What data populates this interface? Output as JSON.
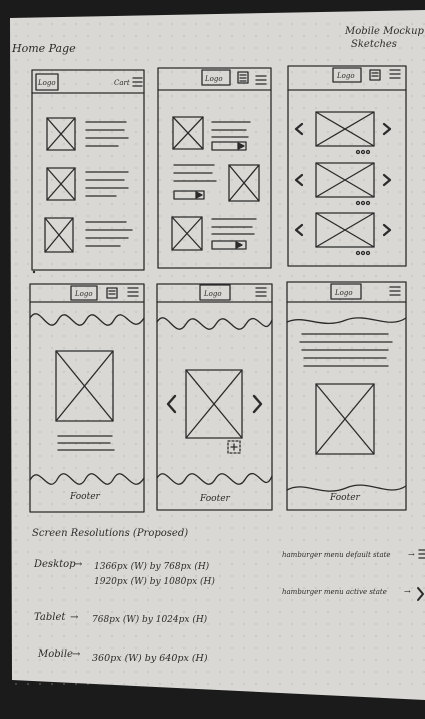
{
  "sheet_title": [
    "Mobile Mockup",
    "Sketches"
  ],
  "page_label": "Home Page",
  "screens": [
    {
      "logo": "Logo",
      "extra": "Cart"
    },
    {
      "logo": "Logo"
    },
    {
      "logo": "Logo"
    },
    {
      "logo": "Logo"
    },
    {
      "logo": "Logo"
    },
    {
      "logo": "Logo"
    }
  ],
  "footer_label": "Footer",
  "resolutions": {
    "heading": "Screen Resolutions (Proposed)",
    "items": [
      {
        "device": "Desktop",
        "values": [
          "1366px (W) by 768px (H)",
          "1920px (W) by 1080px (H)"
        ]
      },
      {
        "device": "Tablet",
        "values": [
          "768px (W) by 1024px (H)"
        ]
      },
      {
        "device": "Mobile",
        "values": [
          "360px (W) by 640px (H)"
        ]
      }
    ]
  },
  "legend": {
    "default_state": "hamburger menu default state",
    "active_state": "hamburger menu active state"
  },
  "colors": {
    "paper": "#d9d8d4",
    "ink": "#2b2b2b",
    "dots": "#a9a8a4",
    "background": "#1b1b1b"
  }
}
